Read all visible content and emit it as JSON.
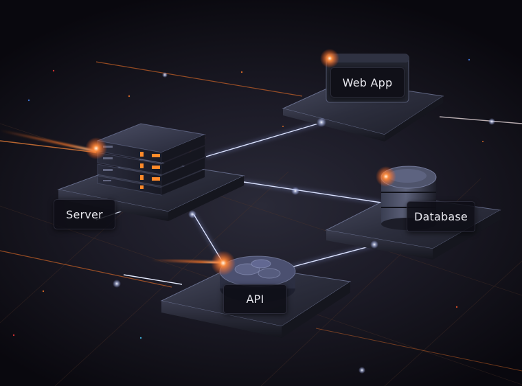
{
  "diagram": {
    "nodes": [
      {
        "id": "web-app",
        "label": "Web App",
        "icon": "browser-window-icon"
      },
      {
        "id": "server",
        "label": "Server",
        "icon": "server-rack-icon"
      },
      {
        "id": "database",
        "label": "Database",
        "icon": "database-cylinder-icon"
      },
      {
        "id": "api",
        "label": "API",
        "icon": "gear-cluster-icon"
      }
    ],
    "edges": [
      {
        "from": "server",
        "to": "web-app"
      },
      {
        "from": "server",
        "to": "database"
      },
      {
        "from": "server",
        "to": "api"
      },
      {
        "from": "api",
        "to": "database"
      }
    ],
    "colors": {
      "background": "#0b0a12",
      "platform": "#2b2d3c",
      "edge_glow": "#dfe6ff",
      "accent_orange": "#ff7a2a",
      "label_bg": "#0e0e16",
      "label_text": "#e8e8ee"
    }
  }
}
